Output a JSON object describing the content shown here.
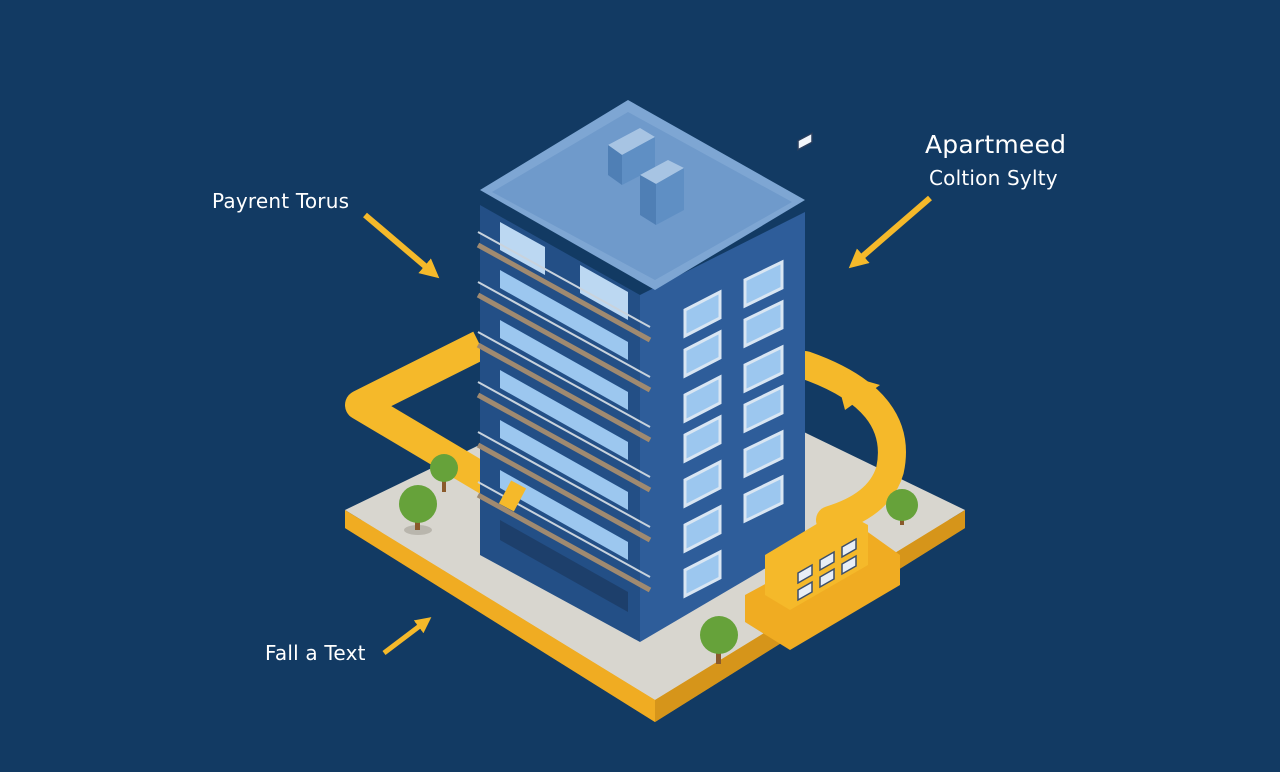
{
  "labels": {
    "top_left": "Payrent Torus",
    "top_right_title": "Apartmeed",
    "top_right_subtitle": "Coltion Sylty",
    "bottom_left": "Fall a Text"
  },
  "colors": {
    "background": "#123a63",
    "accent": "#f5b92a",
    "building": "#2e5d9a",
    "roof": "#6f9acb",
    "ground": "#d8d6cf",
    "tree": "#66a23a",
    "text": "#ffffff"
  },
  "icons": [
    "arrow-icon",
    "tree-icon",
    "roof-unit-icon"
  ]
}
